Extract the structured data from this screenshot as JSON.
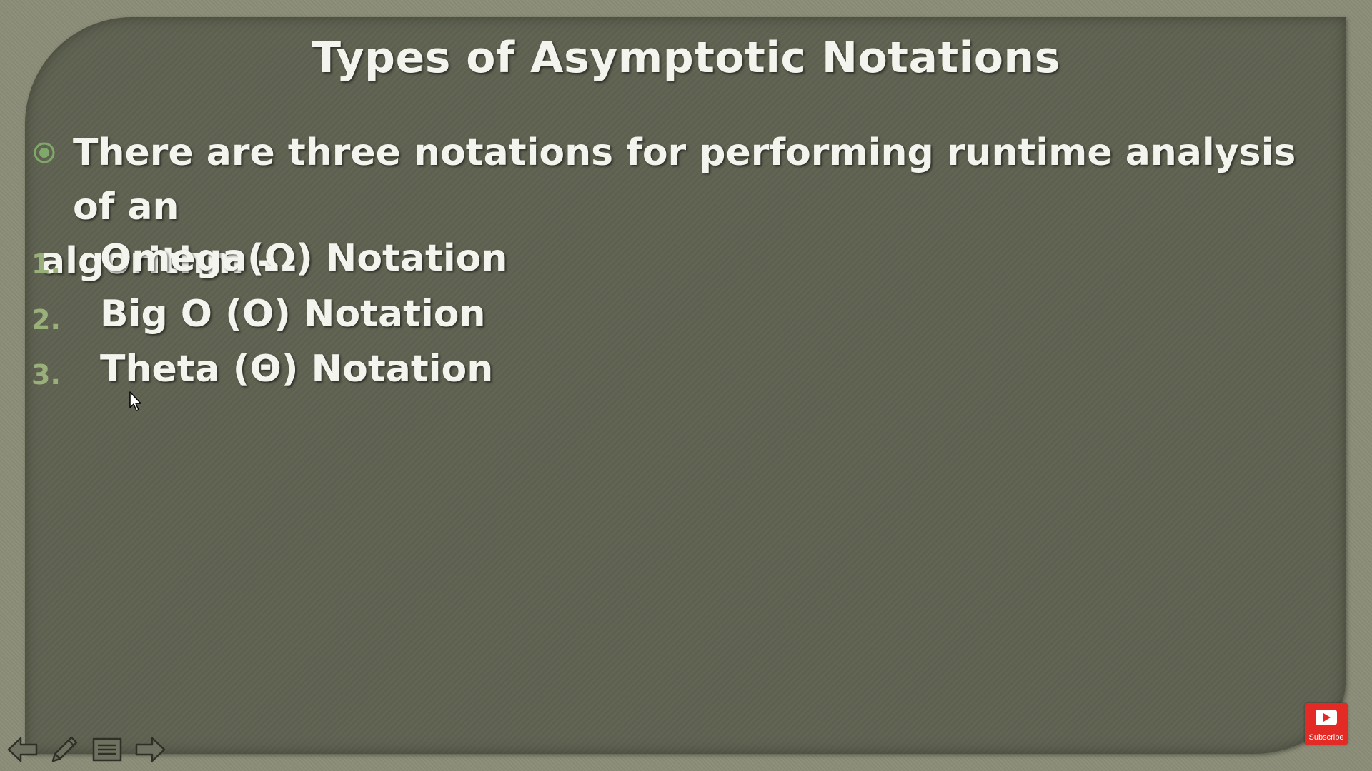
{
  "slide": {
    "title": "Types of Asymptotic Notations",
    "bullet": {
      "line1": "There are three notations for performing runtime analysis of an",
      "line2": "algorithm -"
    },
    "items": [
      {
        "num": "1.",
        "label": "Omega(Ω) Notation"
      },
      {
        "num": "2.",
        "label": "Big O (O) Notation"
      },
      {
        "num": "3.",
        "label": "Theta (Θ) Notation"
      }
    ]
  },
  "controls": {
    "previous_icon": "arrow-left-icon",
    "pen_icon": "pencil-icon",
    "menu_icon": "slide-menu-icon",
    "next_icon": "arrow-right-icon"
  },
  "subscribe": {
    "label": "Subscribe",
    "color": "#e32a24"
  },
  "colors": {
    "slide_bg": "#5f6251",
    "frame_bg": "#8b8d78",
    "text": "#f4f4ee",
    "accent": "#9ab07a"
  }
}
